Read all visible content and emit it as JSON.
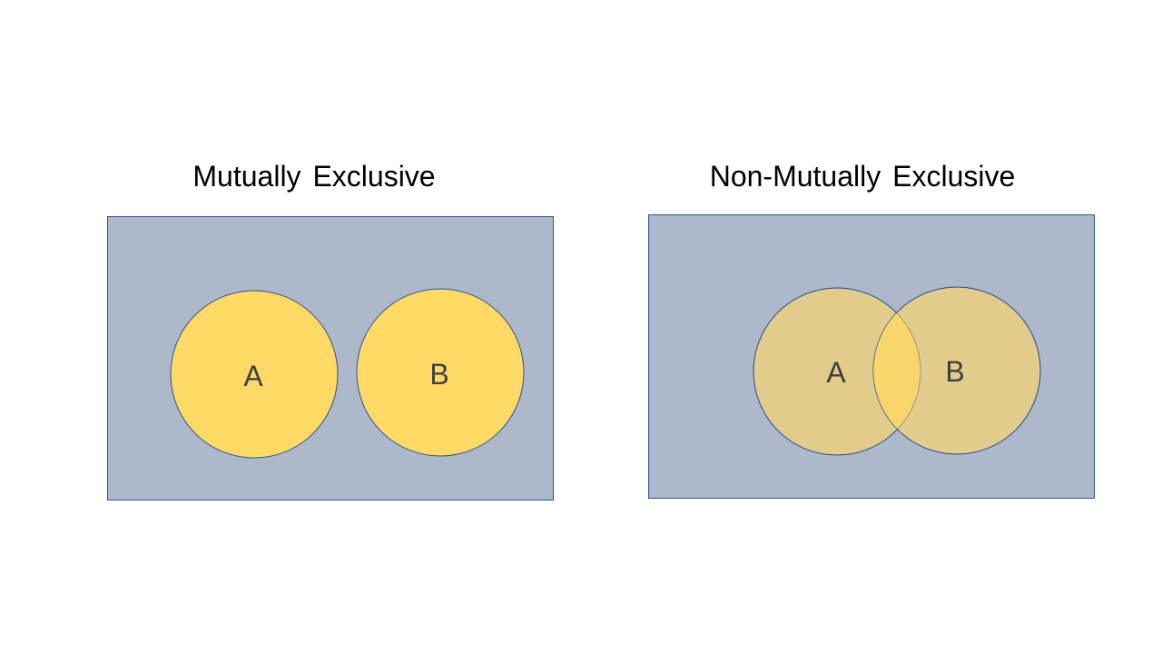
{
  "colors": {
    "background": "#ffffff",
    "universe_fill": "#adb9ca",
    "universe_stroke": "#2f528f",
    "set_fill": "#ffd966",
    "set_fill_overlapping": "#e2cc8c",
    "intersection_fill": "#f9d66c",
    "set_stroke": "#2f528f",
    "label_text": "#404040"
  },
  "panels": [
    {
      "title": "Mutually Exclusive",
      "relationship": "disjoint",
      "sets": [
        {
          "label": "A"
        },
        {
          "label": "B"
        }
      ]
    },
    {
      "title": "Non-Mutually Exclusive",
      "relationship": "overlapping",
      "sets": [
        {
          "label": "A"
        },
        {
          "label": "B"
        }
      ]
    }
  ]
}
